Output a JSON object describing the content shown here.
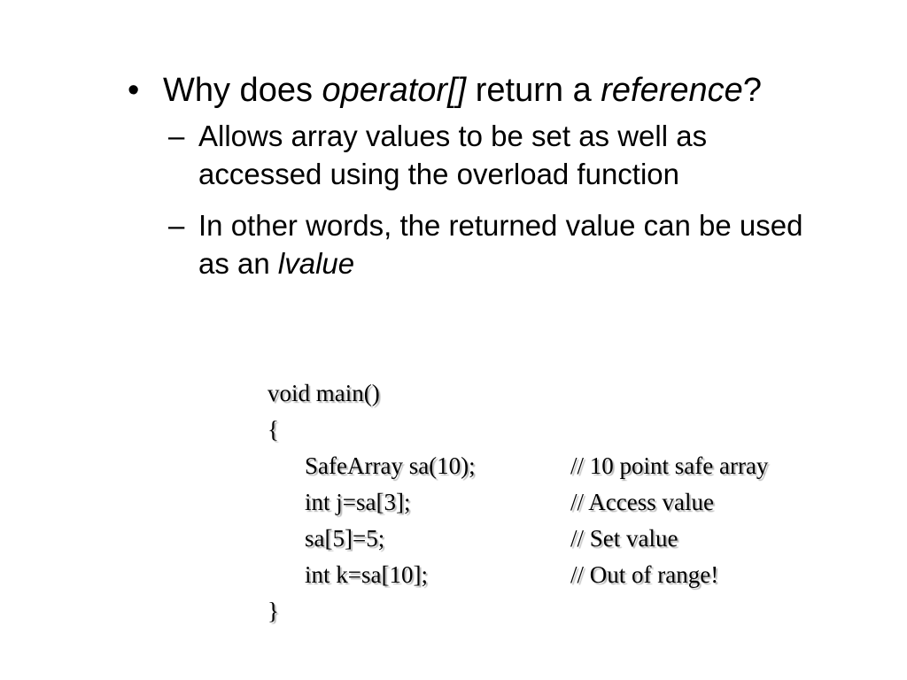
{
  "bullets": {
    "main": {
      "glyph": "•",
      "text_1": "Why does ",
      "em_1": "operator[]",
      "text_2": " return a ",
      "em_2": "reference",
      "text_3": "?"
    },
    "sub": [
      {
        "glyph": "–",
        "text": "Allows array values to be set as well as accessed using the overload function"
      },
      {
        "glyph": "–",
        "text_1": "In other words, the returned value can be used as an ",
        "em": "lvalue"
      }
    ]
  },
  "code": {
    "header": "void main()",
    "open_brace": "{",
    "lines": [
      {
        "stmt": "SafeArray sa(10);",
        "comment": "// 10 point safe array"
      },
      {
        "stmt": "int j=sa[3];",
        "comment": "// Access value"
      },
      {
        "stmt": "sa[5]=5;",
        "comment": "// Set value"
      },
      {
        "stmt": "int k=sa[10];",
        "comment": "// Out of range!"
      }
    ],
    "close_brace": "}"
  }
}
